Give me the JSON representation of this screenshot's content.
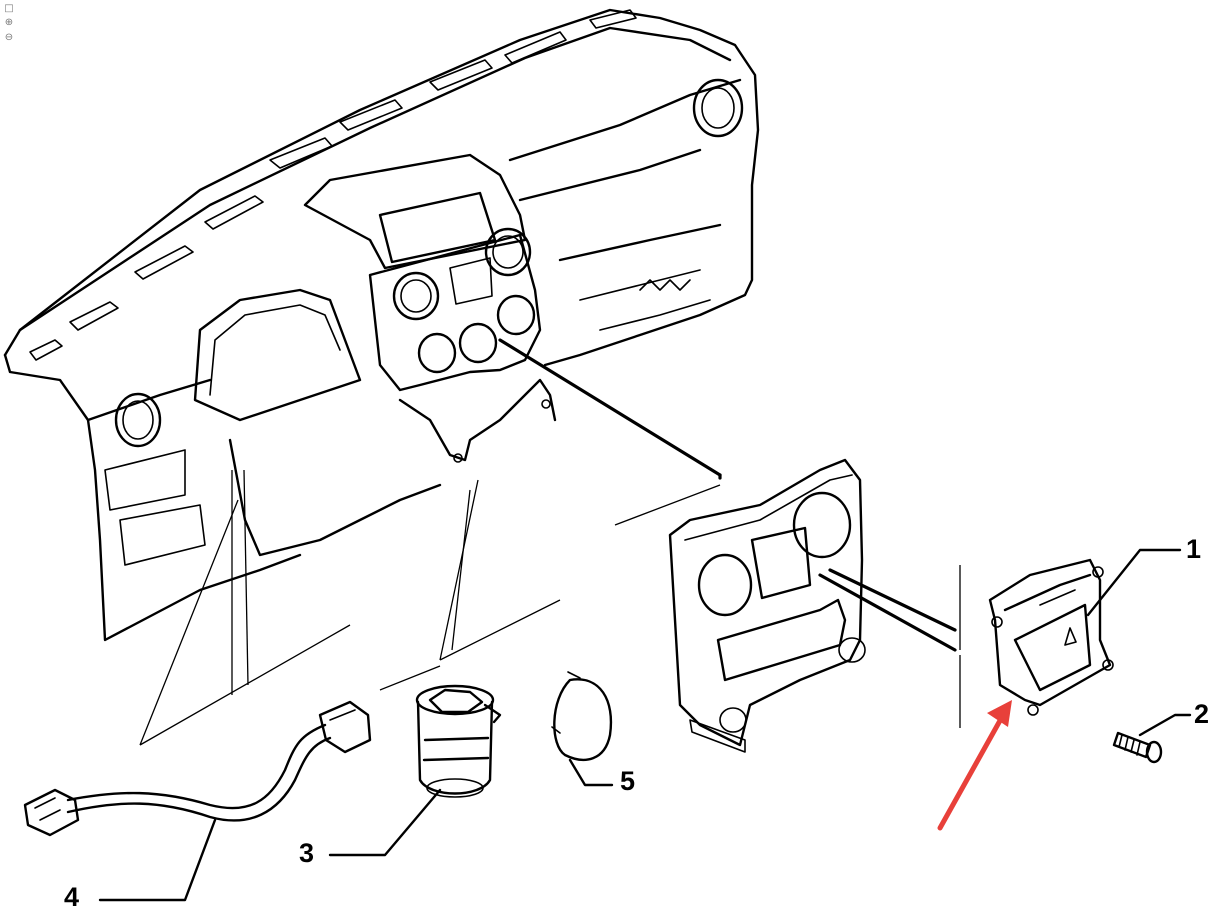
{
  "toolbar": {
    "fit_icon": "□",
    "zoom_in_icon": "⊕",
    "zoom_out_icon": "⊖"
  },
  "diagram": {
    "callouts": [
      {
        "id": "part-1",
        "label": "1"
      },
      {
        "id": "part-2",
        "label": "2"
      },
      {
        "id": "part-3",
        "label": "3"
      },
      {
        "id": "part-4",
        "label": "4"
      },
      {
        "id": "part-5",
        "label": "5"
      }
    ],
    "annotation_color": "#e8403a"
  }
}
